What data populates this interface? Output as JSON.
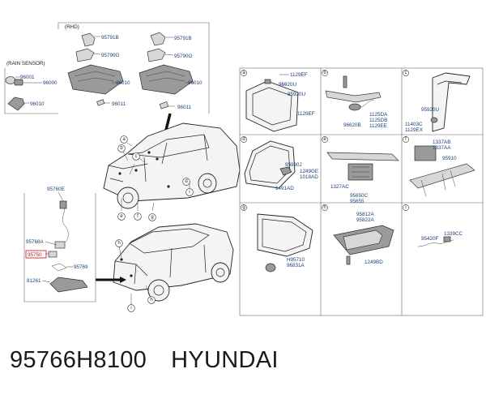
{
  "caption": {
    "part_number": "95766H8100",
    "brand": "HYUNDAI"
  },
  "left_panel": {
    "rhd_label": "(RHD)",
    "rain_sensor_label": "(RAIN SENSOR)",
    "labels": [
      "95791B",
      "95790G",
      "96010",
      "96011",
      "95791B",
      "95790G",
      "96010",
      "96011",
      "96001",
      "96000",
      "96010"
    ]
  },
  "car_callouts": [
    "a",
    "b",
    "c",
    "d",
    "e",
    "f",
    "g",
    "h",
    "i",
    "h",
    "i"
  ],
  "lower_left": {
    "labels": [
      "95760E",
      "95768A",
      "95750",
      "95769",
      "81261"
    ]
  },
  "grid": {
    "cells": [
      {
        "id": "a",
        "labels": [
          "1129EF",
          "95920U",
          "95920U",
          "1129EF"
        ]
      },
      {
        "id": "b",
        "labels": [
          "96620B",
          "1125DA",
          "1125DB",
          "1129EE"
        ]
      },
      {
        "id": "c",
        "labels": [
          "95920U",
          "11403C",
          "1129EX"
        ]
      },
      {
        "id": "d",
        "labels": [
          "95930J",
          "1249GE",
          "1018AD",
          "1491AD"
        ]
      },
      {
        "id": "e",
        "labels": [
          "1327AC",
          "95650C",
          "95655"
        ]
      },
      {
        "id": "f",
        "labels": [
          "1337AB",
          "1337AA",
          "95910"
        ]
      },
      {
        "id": "g",
        "labels": [
          "H95710",
          "96831A"
        ]
      },
      {
        "id": "h",
        "labels": [
          "95812A",
          "95822A",
          "1249BD"
        ]
      },
      {
        "id": "i",
        "labels": [
          "1339CC",
          "95420F"
        ]
      }
    ]
  }
}
